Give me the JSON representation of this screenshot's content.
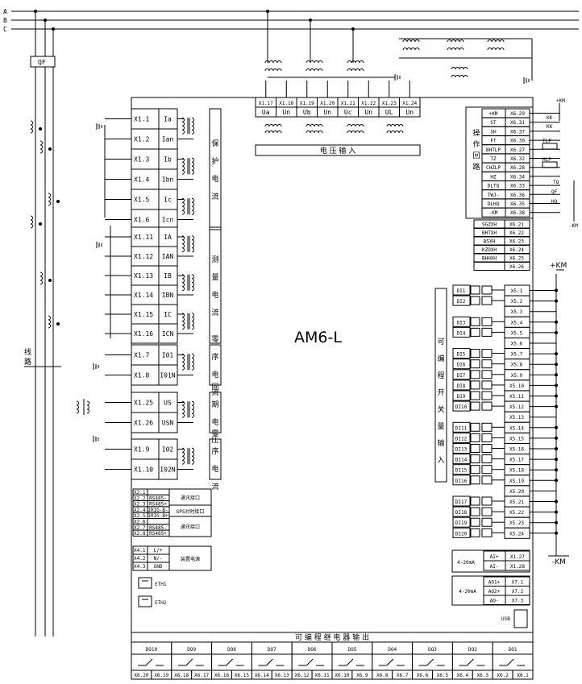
{
  "bus_labels": [
    "A",
    "B",
    "C"
  ],
  "breaker_label": "QF",
  "line_label": "线\n路",
  "device_model": "AM6-L",
  "protection_current": {
    "group_label": "保护电流",
    "rows": [
      [
        "X1.1",
        "Ia"
      ],
      [
        "X1.2",
        "Ian"
      ],
      [
        "X1.3",
        "Ib"
      ],
      [
        "X1.4",
        "Ibn"
      ],
      [
        "X1.5",
        "Ic"
      ],
      [
        "X1.6",
        "Icn"
      ]
    ]
  },
  "measure_current": {
    "group_label": "测量电流",
    "rows": [
      [
        "X1.11",
        "IA"
      ],
      [
        "X1.12",
        "IAN"
      ],
      [
        "X1.13",
        "IB"
      ],
      [
        "X1.14",
        "IBN"
      ],
      [
        "X1.15",
        "IC"
      ],
      [
        "X1.16",
        "ICN"
      ]
    ]
  },
  "zero_seq_current": {
    "group_label": "零序电流",
    "rows": [
      [
        "X1.7",
        "I01"
      ],
      [
        "X1.8",
        "I01N"
      ]
    ]
  },
  "sync_voltage": {
    "group_label": "同期电压",
    "rows": [
      [
        "X1.25",
        "US"
      ],
      [
        "X1.26",
        "USN"
      ]
    ]
  },
  "zero_seq_current2": {
    "group_label": "零序电流",
    "rows": [
      [
        "X1.9",
        "I02"
      ],
      [
        "X1.10",
        "I02N"
      ]
    ]
  },
  "voltage_input": {
    "title": "电  压  输  入",
    "terminals": [
      "X1.17",
      "X1.18",
      "X1.19",
      "X1.20",
      "X1.21",
      "X1.22",
      "X1.23",
      "X1.24"
    ],
    "signals": [
      "Ua",
      "Un",
      "Ub",
      "Un",
      "Uc",
      "Un",
      "UL",
      "Un"
    ]
  },
  "operation_circuit": {
    "group_label": "操作回路",
    "rows": [
      [
        "+KM",
        "X6.29"
      ],
      [
        "ST",
        "X6.31"
      ],
      [
        "SH",
        "X6.37"
      ],
      [
        "FT",
        "X6.30"
      ],
      [
        "BHTLP",
        "X6.27"
      ],
      [
        "TZ",
        "X6.32"
      ],
      [
        "CHZLP",
        "X6.28"
      ],
      [
        "HZ",
        "X6.34"
      ],
      [
        "DLTQ",
        "X6.33"
      ],
      [
        "TWJ-",
        "X6.36"
      ],
      [
        "DLHQ",
        "X6.35"
      ],
      [
        "-KM",
        "X6.38"
      ]
    ],
    "external_labels": [
      "+KM",
      "KK",
      "KK",
      "TLP",
      "HLP",
      "TQ",
      "QF",
      "HQ",
      "-KM"
    ]
  },
  "signal_outputs": [
    [
      "SGZXH",
      "X6.21"
    ],
    [
      "BHTXH",
      "X6.22"
    ],
    [
      "BSXH",
      "X6.23"
    ],
    [
      "KZDXH",
      "X6.24"
    ],
    [
      "BHHXH",
      "X6.25"
    ],
    [
      "",
      "X6.26"
    ]
  ],
  "binary_inputs": {
    "group_label": "可编程开关量输入",
    "supply_plus": "+KM",
    "supply_minus": "-KM",
    "inputs": [
      "DI1",
      "DI2",
      "",
      "DI3",
      "DI4",
      "",
      "DI5",
      "DI6",
      "DI7",
      "DI8",
      "DI9",
      "DI10",
      "",
      "DI11",
      "DI12",
      "DI13",
      "DI14",
      "DI15",
      "DI16",
      "",
      "DI17",
      "DI18",
      "DI19",
      "DI20"
    ],
    "terminals": [
      "X5.1",
      "X5.2",
      "X5.3",
      "X5.4",
      "X5.5",
      "X5.6",
      "X5.7",
      "X5.8",
      "X5.9",
      "X5.10",
      "X5.11",
      "X5.12",
      "X5.13",
      "X5.14",
      "X5.15",
      "X5.16",
      "X5.17",
      "X5.18",
      "X5.19",
      "X5.20",
      "X5.21",
      "X5.22",
      "X5.23",
      "X5.24"
    ]
  },
  "analog_input": {
    "label": "4-20mA",
    "rows": [
      [
        "AI+",
        "X1.27"
      ],
      [
        "AI-",
        "X1.28"
      ]
    ]
  },
  "analog_output": {
    "label": "4-20mA",
    "rows": [
      [
        "AO1+",
        "X7.1"
      ],
      [
        "AO2+",
        "X7.2"
      ],
      [
        "AO-",
        "X7.3"
      ]
    ]
  },
  "comm_ports": {
    "terminals": [
      "X2.1",
      "X2.2",
      "X2.3",
      "X2.4",
      "X2.5",
      "X2.6",
      "X2.7",
      "X2.8"
    ],
    "signals": [
      "",
      "RS485-",
      "RS485+",
      "IRIG-B-",
      "IRIG-B+",
      "",
      "RS485-",
      "RS485+"
    ],
    "group_labels": [
      "通讯接口",
      "GPS对时接口",
      "通讯接口"
    ]
  },
  "power_supply": {
    "terminals": [
      "X4.1",
      "X4.2",
      "X4.3"
    ],
    "signals": [
      "L/+",
      "N/-",
      "GND"
    ],
    "label": "装置电源"
  },
  "ethernet": [
    "ETH1",
    "ETH2"
  ],
  "usb_label": "USB",
  "relay_outputs": {
    "title": "可  编  程  继  电  器  输  出",
    "names": [
      "DO10",
      "DO9",
      "DO8",
      "DO7",
      "DO6",
      "DO5",
      "DO4",
      "DO3",
      "DO2",
      "DO1"
    ],
    "terminals": [
      [
        "X6.20",
        "X6.19"
      ],
      [
        "X6.18",
        "X6.17"
      ],
      [
        "X6.16",
        "X6.15"
      ],
      [
        "X6.14",
        "X6.13"
      ],
      [
        "X6.12",
        "X6.11"
      ],
      [
        "X6.10",
        "X6.9"
      ],
      [
        "X6.8",
        "X6.7"
      ],
      [
        "X6.6",
        "X6.5"
      ],
      [
        "X6.4",
        "X6.3"
      ],
      [
        "X6.2",
        "X6.1"
      ]
    ]
  }
}
